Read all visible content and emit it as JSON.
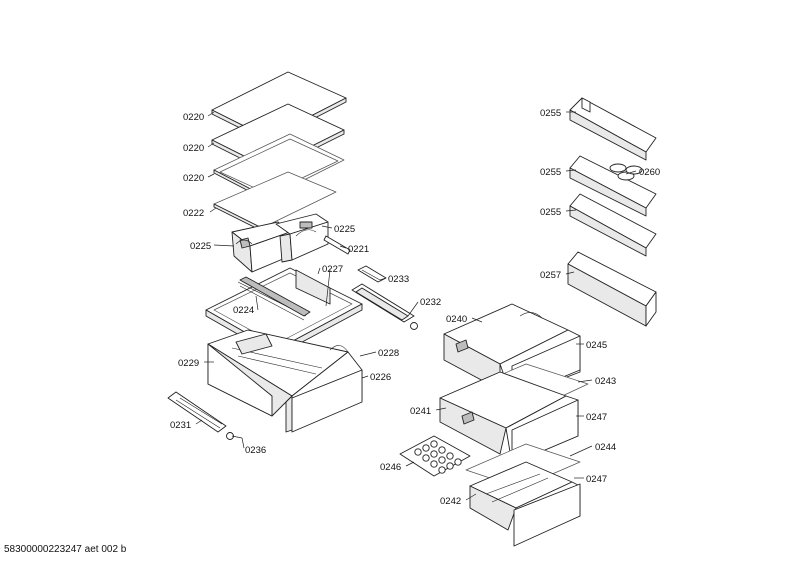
{
  "footer": {
    "code": "58300000223247 aet 002 b"
  },
  "labels": [
    {
      "text": "0220"
    },
    {
      "text": "0220"
    },
    {
      "text": "0220"
    },
    {
      "text": "0222"
    },
    {
      "text": "0225"
    },
    {
      "text": "0225"
    },
    {
      "text": "0221"
    },
    {
      "text": "0227"
    },
    {
      "text": "0233"
    },
    {
      "text": "0232"
    },
    {
      "text": "0224"
    },
    {
      "text": "0229"
    },
    {
      "text": "0228"
    },
    {
      "text": "0226"
    },
    {
      "text": "0231"
    },
    {
      "text": "0236"
    },
    {
      "text": "0255"
    },
    {
      "text": "0255"
    },
    {
      "text": "0260"
    },
    {
      "text": "0255"
    },
    {
      "text": "0257"
    },
    {
      "text": "0240"
    },
    {
      "text": "0245"
    },
    {
      "text": "0243"
    },
    {
      "text": "0241"
    },
    {
      "text": "0247"
    },
    {
      "text": "0244"
    },
    {
      "text": "0246"
    },
    {
      "text": "0247"
    },
    {
      "text": "0242"
    }
  ]
}
